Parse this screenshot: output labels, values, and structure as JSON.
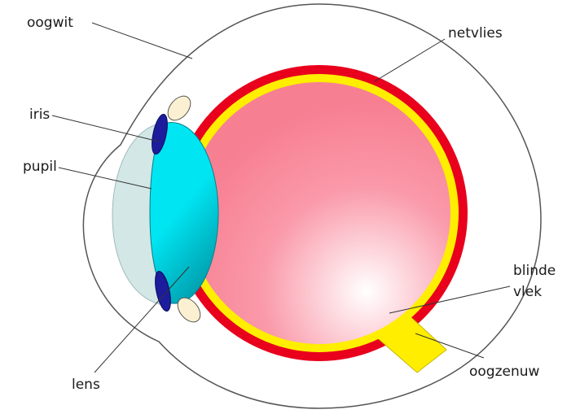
{
  "labels": {
    "oogwit": "oogwit",
    "netvlies": "netvlies",
    "iris": "iris",
    "pupil": "pupil",
    "blinde_line1": "blinde",
    "blinde_line2": "vlek",
    "lens": "lens",
    "oogzenuw": "oogzenuw"
  },
  "colors": {
    "sclera_outline": "#555555",
    "choroid": "#e8001c",
    "retina": "#ffee00",
    "vitreous": "#f77f92",
    "vitreous_highlight": "#ffffff",
    "lens": "#00e5f2",
    "lens_shadow": "#0096a6",
    "cornea_chamber": "#d3e7e6",
    "iris": "#1c1c9c",
    "ciliary": "#fbf1d2",
    "optic_nerve": "#ffee00"
  }
}
